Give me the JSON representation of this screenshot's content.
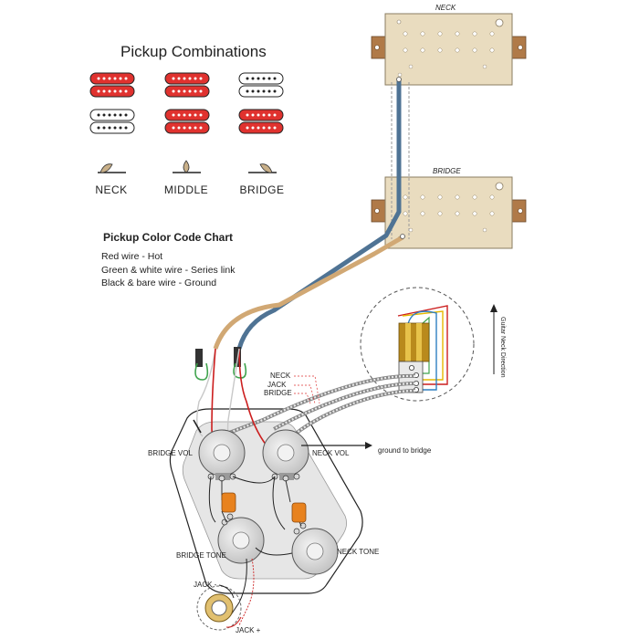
{
  "combinations": {
    "title": "Pickup Combinations",
    "switch_labels": [
      "NECK",
      "MIDDLE",
      "BRIDGE"
    ],
    "rows": [
      [
        {
          "neck": "red",
          "bridge": "red"
        },
        {
          "neck": "red",
          "bridge": "red"
        },
        {
          "neck": "white",
          "bridge": "white"
        }
      ],
      [
        {
          "neck": "white",
          "bridge": "white"
        },
        {
          "neck": "red",
          "bridge": "red"
        },
        {
          "neck": "red",
          "bridge": "red"
        }
      ]
    ]
  },
  "color_chart": {
    "title": "Pickup Color Code Chart",
    "lines": [
      "Red wire - Hot",
      "Green & white wire - Series link",
      "Black & bare wire - Ground"
    ]
  },
  "pickups": {
    "neck": "NECK",
    "bridge": "BRIDGE"
  },
  "pots": {
    "bridge_vol": "BRIDGE VOL",
    "neck_vol": "NECK VOL",
    "bridge_tone": "BRIDGE TONE",
    "neck_tone": "NECK TONE"
  },
  "switch_wires": [
    "NECK",
    "JACK",
    "BRIDGE"
  ],
  "ground_label": "ground to bridge",
  "jack": {
    "minus": "JACK -",
    "plus": "JACK +"
  },
  "direction_label": "Guitar Neck Direction",
  "colors": {
    "red_pickup": "#e0322f",
    "cream": "#e9dcbf",
    "blue_cable": "#4f7394",
    "tan_cable": "#d1a874"
  }
}
